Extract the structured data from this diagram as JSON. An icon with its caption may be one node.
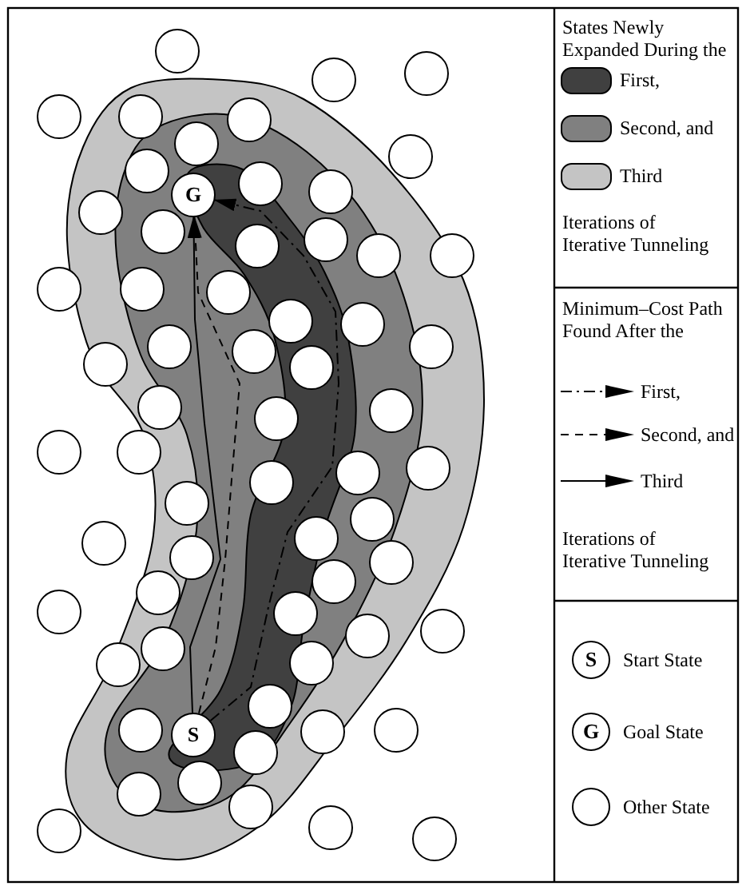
{
  "diagram": {
    "nodes": [
      {
        "text": [],
        "shape": "circle"
      },
      {
        "text": [],
        "shape": "circle"
      },
      {
        "text": [],
        "shape": "circle"
      },
      {
        "text": [],
        "shape": "circle"
      },
      {
        "text": [],
        "shape": "circle"
      },
      {
        "text": [],
        "shape": "circle"
      },
      {
        "text": [],
        "shape": "circle"
      },
      {
        "text": [],
        "shape": "circle"
      },
      {
        "text": [],
        "shape": "circle"
      },
      {
        "text": [
          "G"
        ]
      },
      {
        "text": [],
        "shape": "circle"
      },
      {
        "text": [],
        "shape": "circle"
      },
      {
        "text": [],
        "shape": "circle"
      },
      {
        "text": [],
        "shape": "circle"
      },
      {
        "text": [],
        "shape": "circle"
      },
      {
        "text": [],
        "shape": "circle"
      },
      {
        "text": [],
        "shape": "circle"
      },
      {
        "text": [],
        "shape": "circle"
      },
      {
        "text": [],
        "shape": "circle"
      },
      {
        "text": [],
        "shape": "circle"
      },
      {
        "text": [],
        "shape": "circle"
      },
      {
        "text": [],
        "shape": "circle"
      },
      {
        "text": [],
        "shape": "circle"
      },
      {
        "text": [],
        "shape": "circle"
      },
      {
        "text": [],
        "shape": "circle"
      },
      {
        "text": [],
        "shape": "circle"
      },
      {
        "text": [],
        "shape": "circle"
      },
      {
        "text": [],
        "shape": "circle"
      },
      {
        "text": [],
        "shape": "circle"
      },
      {
        "text": [],
        "shape": "circle"
      },
      {
        "text": [],
        "shape": "circle"
      },
      {
        "text": [],
        "shape": "circle"
      },
      {
        "text": [],
        "shape": "circle"
      },
      {
        "text": [],
        "shape": "circle"
      },
      {
        "text": [],
        "shape": "circle"
      },
      {
        "text": [],
        "shape": "circle"
      },
      {
        "text": [],
        "shape": "circle"
      },
      {
        "text": [],
        "shape": "circle"
      },
      {
        "text": [],
        "shape": "circle"
      },
      {
        "text": [],
        "shape": "circle"
      },
      {
        "text": [],
        "shape": "circle"
      },
      {
        "text": [],
        "shape": "circle"
      },
      {
        "text": [],
        "shape": "circle"
      },
      {
        "text": [],
        "shape": "circle"
      },
      {
        "text": [],
        "shape": "circle"
      },
      {
        "text": [],
        "shape": "circle"
      },
      {
        "text": [],
        "shape": "circle"
      },
      {
        "text": [],
        "shape": "circle"
      },
      {
        "text": [],
        "shape": "circle"
      },
      {
        "text": [],
        "shape": "circle"
      },
      {
        "text": [],
        "shape": "circle"
      },
      {
        "text": [],
        "shape": "circle"
      },
      {
        "text": [],
        "shape": "circle"
      },
      {
        "text": [
          "S"
        ]
      },
      {
        "text": [],
        "shape": "circle"
      },
      {
        "text": [],
        "shape": "circle"
      },
      {
        "text": [],
        "shape": "circle"
      },
      {
        "text": [],
        "shape": "circle"
      },
      {
        "text": [],
        "shape": "circle"
      },
      {
        "text": [],
        "shape": "circle"
      },
      {
        "text": [],
        "shape": "circle"
      },
      {
        "text": [],
        "shape": "circle"
      },
      {
        "text": [],
        "shape": "circle"
      },
      {
        "text": [
          "S"
        ],
        "beside": [
          "Start State"
        ]
      },
      {
        "text": [
          "G"
        ],
        "beside": [
          "Goal State"
        ]
      },
      {
        "text": [],
        "shape": "circle",
        "beside": [
          "Other State"
        ]
      }
    ],
    "edges": [
      {
        "from": 53,
        "to": 9,
        "arrow": "to",
        "style": "dashed"
      },
      {
        "from": 53,
        "to": 9,
        "arrow": "to",
        "style": "dashed"
      },
      {
        "from": 53,
        "to": 9,
        "arrow": "to"
      }
    ],
    "labels": [
      "States Newly Expanded During the",
      "Iterations of Iterative Tunneling",
      "Minimum–Cost Path Found After the",
      "Iterations of Iterative Tunneling"
    ],
    "legend": [
      {
        "text": "First,",
        "color": "#404040"
      },
      {
        "text": "Second, and",
        "color": "#808080"
      },
      {
        "text": "Third",
        "color": "#c4c4c4"
      },
      {
        "text": "First,"
      },
      {
        "text": "Second, and"
      },
      {
        "text": "Third"
      }
    ]
  }
}
